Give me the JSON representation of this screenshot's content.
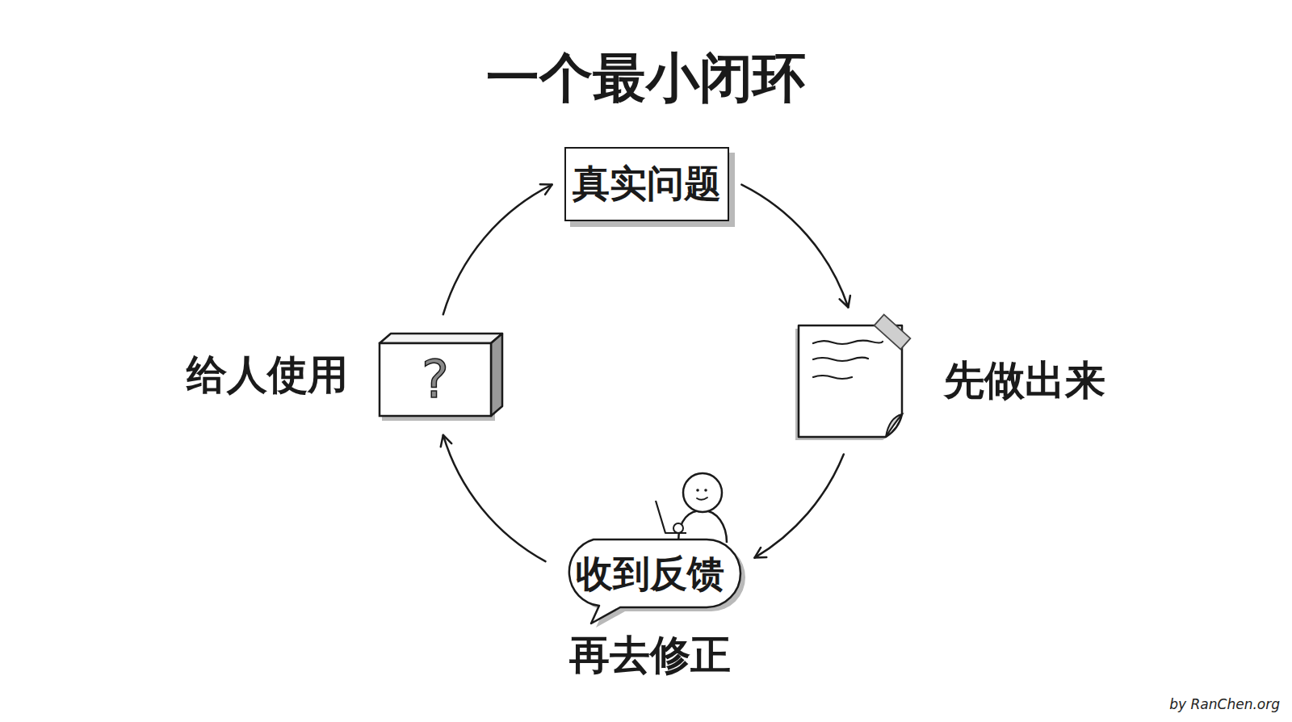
{
  "diagram": {
    "title": "一个最小闭环",
    "nodes": [
      {
        "text": [
          "真实问题"
        ]
      },
      {
        "text": [
          "给人使用",
          "?"
        ]
      },
      {
        "text": [
          "先做出来"
        ]
      },
      {
        "text": [
          "收到反馈",
          "再去修正"
        ]
      }
    ],
    "edges": [
      {
        "from": 0,
        "to": 2,
        "arrow": "to"
      },
      {
        "from": 2,
        "to": 3,
        "arrow": "to"
      },
      {
        "from": 3,
        "to": 1,
        "arrow": "to"
      },
      {
        "from": 1,
        "to": 0,
        "arrow": "to"
      }
    ],
    "labels": [
      "by RanChen.org"
    ]
  }
}
